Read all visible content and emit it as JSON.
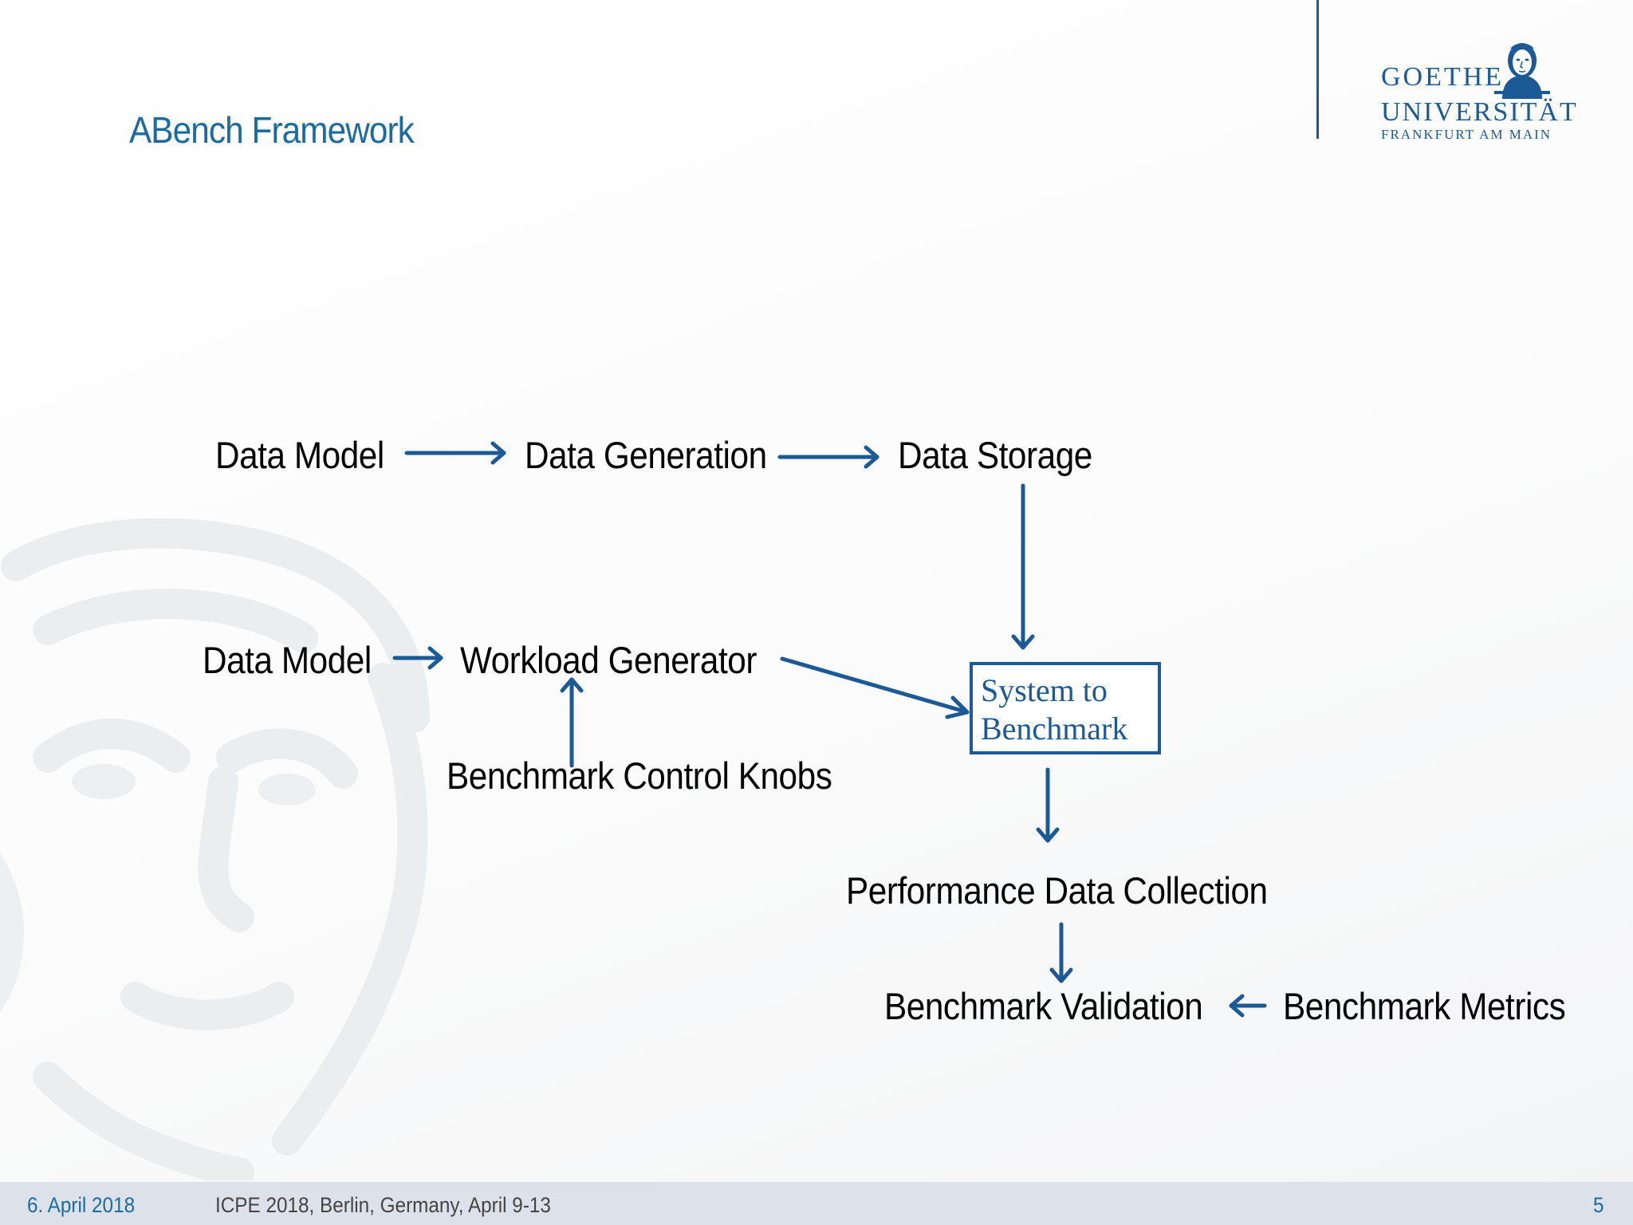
{
  "slide": {
    "title": "ABench Framework"
  },
  "logo": {
    "line1": "GOETHE",
    "line2": "UNIVERSITÄT",
    "line3": "FRANKFURT AM MAIN"
  },
  "diagram": {
    "nodes": {
      "data_model_1": "Data Model",
      "data_generation": "Data Generation",
      "data_storage": "Data Storage",
      "data_model_2": "Data Model",
      "workload_generator": "Workload Generator",
      "benchmark_control_knobs": "Benchmark Control Knobs",
      "system_to_benchmark": "System to\nBenchmark",
      "performance_data_collection": "Performance Data Collection",
      "benchmark_validation": "Benchmark Validation",
      "benchmark_metrics": "Benchmark Metrics"
    },
    "edges": [
      {
        "from": "data_model_1",
        "to": "data_generation"
      },
      {
        "from": "data_generation",
        "to": "data_storage"
      },
      {
        "from": "data_storage",
        "to": "system_to_benchmark"
      },
      {
        "from": "data_model_2",
        "to": "workload_generator"
      },
      {
        "from": "benchmark_control_knobs",
        "to": "workload_generator"
      },
      {
        "from": "workload_generator",
        "to": "system_to_benchmark"
      },
      {
        "from": "system_to_benchmark",
        "to": "performance_data_collection"
      },
      {
        "from": "performance_data_collection",
        "to": "benchmark_validation"
      },
      {
        "from": "benchmark_metrics",
        "to": "benchmark_validation"
      }
    ],
    "arrow_color": "#1b5a96"
  },
  "footer": {
    "date": "6. April 2018",
    "event": "ICPE 2018, Berlin, Germany, April 9-13",
    "page": "5"
  },
  "colors": {
    "accent": "#1b6ba3",
    "brand": "#1b5a96",
    "footer_bg": "#dde1ea"
  }
}
